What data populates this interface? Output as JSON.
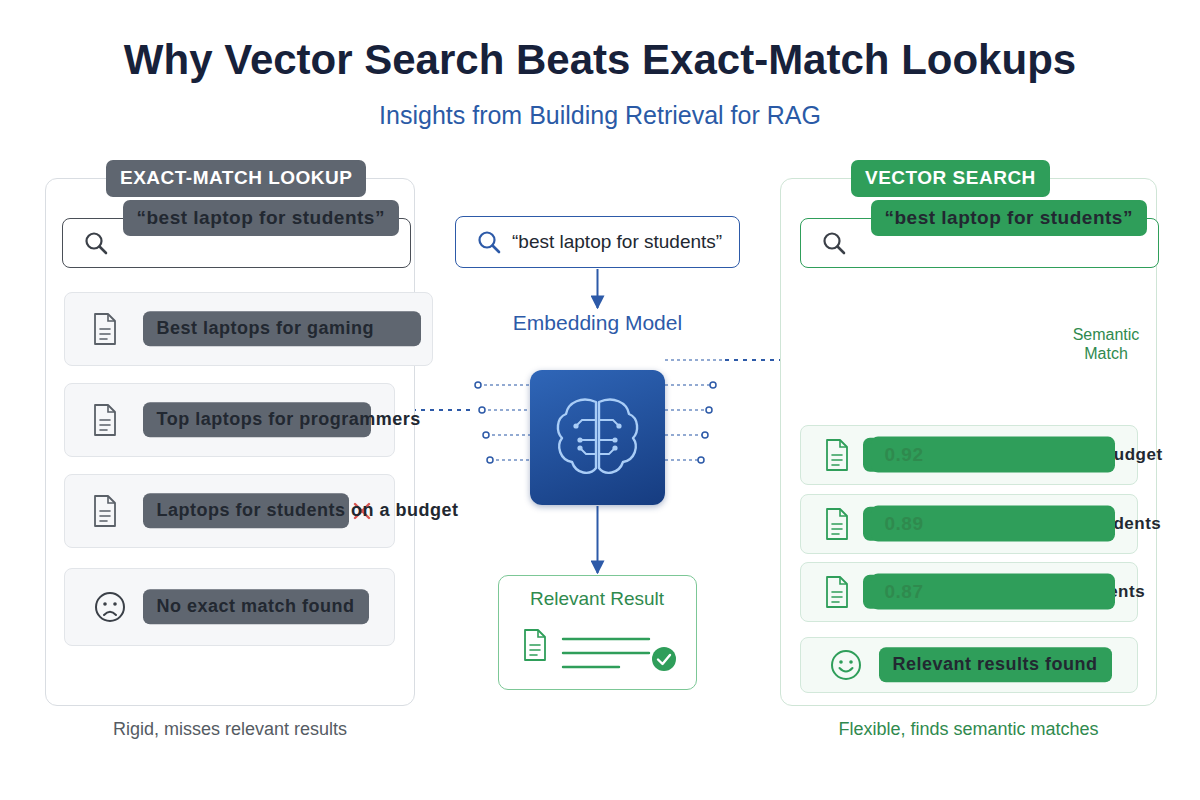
{
  "diagram": {
    "title": "Why Vector Search Beats Exact-Match Lookups",
    "nodes": [
      {
        "text": [
          "EXACT-MATCH LOOKUP"
        ]
      },
      {
        "text": [
          "“best laptop for students”"
        ],
        "in": 0
      },
      {
        "text": [
          "Best laptops for gaming"
        ],
        "in": 0
      },
      {
        "text": [
          "Top laptops for programmers"
        ],
        "in": 0
      },
      {
        "text": [
          "Laptops for students on a budget"
        ],
        "in": 0
      },
      {
        "text": [
          "No exact match found"
        ],
        "in": 0
      },
      {
        "text": [
          "“best laptop for students”"
        ]
      },
      {
        "text": [
          "Embedding Model"
        ]
      },
      {
        "text": [
          "Relevant Result"
        ]
      },
      {
        "text": [
          "VECTOR SEARCH"
        ]
      },
      {
        "text": [
          "“best laptop for students”"
        ],
        "in": 9
      },
      {
        "text": [
          "Laptops for students on a budget",
          "0.92"
        ],
        "in": 9
      },
      {
        "text": [
          "Best laptops for college students",
          "0.89"
        ],
        "in": 9
      },
      {
        "text": [
          "Affordable laptops for students",
          "0.87"
        ],
        "in": 9
      },
      {
        "text": [
          "Relevant results found"
        ],
        "in": 9
      }
    ],
    "edges": [
      {
        "from": 6,
        "to": 7,
        "arrow": "to"
      },
      {
        "from": 7,
        "to": 8,
        "arrow": "to"
      },
      {
        "from": 7,
        "to": 0,
        "arrow": "none"
      },
      {
        "from": 7,
        "to": 9,
        "arrow": "none"
      }
    ],
    "labels": [
      "Insights from Building Retrieval for RAG",
      "Rigid, misses relevant results",
      "Semantic Match",
      "Flexible, finds semantic matches"
    ]
  }
}
